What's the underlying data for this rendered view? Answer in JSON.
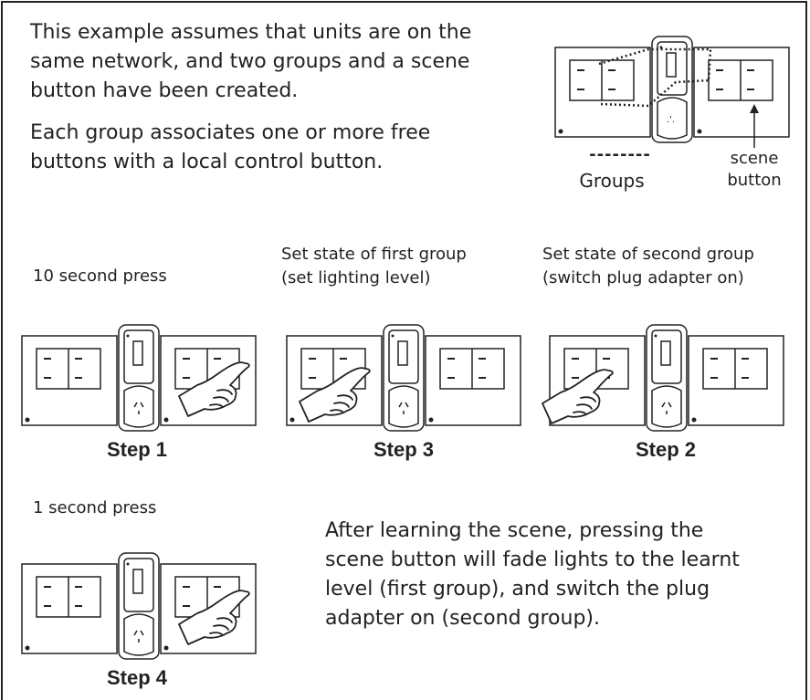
{
  "intro": {
    "line1": "This example assumes that units are on the",
    "line2": "same network, and two groups and a scene",
    "line3": "button have been created."
  },
  "groups_note": {
    "line1": "Each group associates one or more free",
    "line2": "buttons with a local control button."
  },
  "legend": {
    "dashes": "--------",
    "groups": "Groups",
    "scene_line1": "scene",
    "scene_line2": "button"
  },
  "captions": {
    "press10": "10 second press",
    "first_group_line1": "Set state of first group",
    "first_group_line2": "(set lighting level)",
    "second_group_line1": "Set state of second group",
    "second_group_line2": "(switch plug adapter on)",
    "press1": "1 second press"
  },
  "steps": {
    "step1": "Step 1",
    "step3": "Step 3",
    "step2": "Step 2",
    "step4": "Step 4"
  },
  "conclusion": {
    "line1": "After learning the scene, pressing the",
    "line2": "scene button will fade lights to the learnt",
    "line3": "level (first group), and switch the plug",
    "line4": "adapter on (second group)."
  },
  "colors": {
    "ink": "#222222",
    "background": "#ffffff"
  }
}
